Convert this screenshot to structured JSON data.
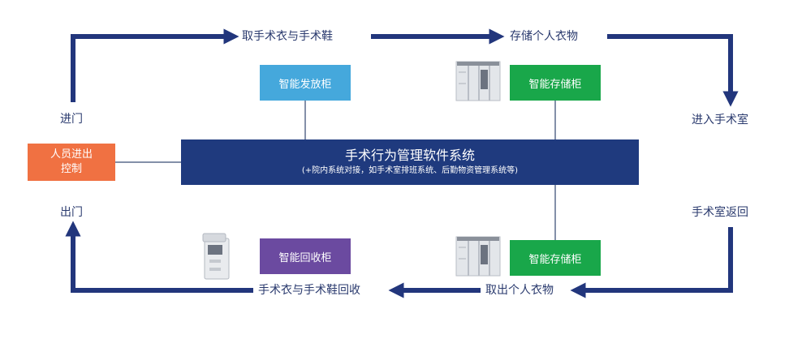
{
  "colors": {
    "flow_arrow": "#22367c",
    "connector": "#5a6b8c",
    "central_box": "#1f3a7e",
    "dispense_box": "#45a8dc",
    "storage_box": "#19a74a",
    "recycle_box": "#6b4aa0",
    "access_box": "#f07142",
    "label_text": "#2a3a6e"
  },
  "labels": {
    "take_gown_shoes": "取手术衣与手术鞋",
    "store_personal": "存储个人衣物",
    "enter_room": "进入手术室",
    "enter_door": "进门",
    "exit_door": "出门",
    "return_room": "手术室返回",
    "take_personal": "取出个人衣物",
    "recycle_gown_shoes": "手术衣与手术鞋回收"
  },
  "boxes": {
    "central_title": "手术行为管理软件系统",
    "central_subtitle": "(+院内系统对接，如手术室排班系统、后勤物资管理系统等)",
    "dispense": "智能发放柜",
    "storage_top": "智能存储柜",
    "storage_bottom": "智能存储柜",
    "recycle": "智能回收柜",
    "access_line1": "人员进出",
    "access_line2": "控制"
  },
  "icons": {
    "storage_cabinet_top": "storage-cabinet-icon",
    "storage_cabinet_bottom": "storage-cabinet-icon",
    "recycle_machine": "recycle-machine-icon"
  }
}
